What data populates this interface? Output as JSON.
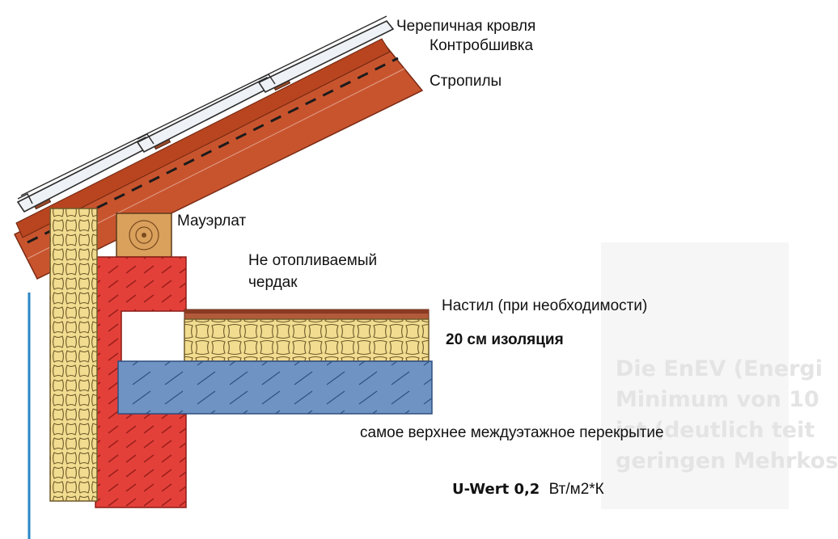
{
  "labels": {
    "roofing": "Черепичная кровля",
    "counter_batten": "Контробшивка",
    "rafters": "Стропилы",
    "wall_plate": "Мауэрлат",
    "attic_line1": "Не отопливаемый",
    "attic_line2": "чердак",
    "deck": "Настил (при необходимости)",
    "insulation": "20 см изоляция",
    "top_slab": "самое верхнее междуэтажное перекрытие",
    "u_value_prefix": "U-Wert 0,2",
    "u_value_unit": "Вт/м2*К"
  },
  "background_text": [
    "Die EnEV (Energi",
    "Minimum von 10",
    "ist (deutlich teit",
    "geringen Mehrkos"
  ],
  "colors": {
    "rafter": "#c8542e",
    "counter_batten": "#b8451f",
    "brick_wall": "#e4403a",
    "insulation": "#f2dc90",
    "concrete_slab": "#6f94c4",
    "tile": "#eef2f6",
    "edge_line": "#2a87c6"
  }
}
